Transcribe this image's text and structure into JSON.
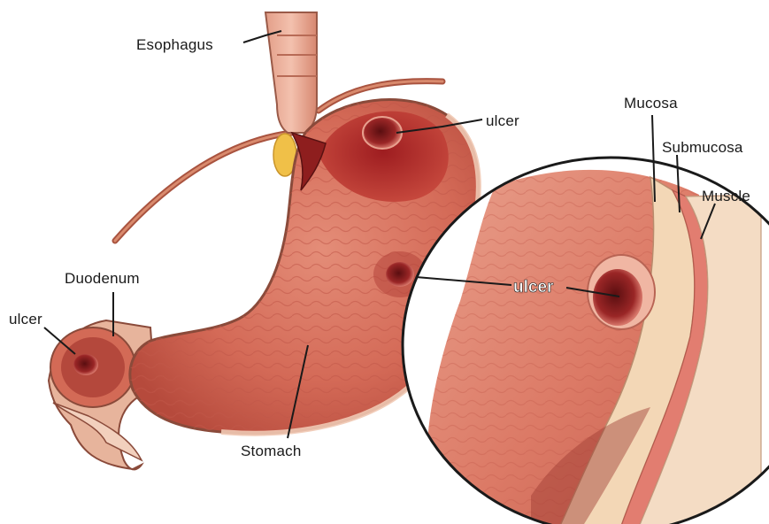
{
  "labels": {
    "esophagus": "Esophagus",
    "ulcer_top": "ulcer",
    "mucosa": "Mucosa",
    "submucosa": "Submucosa",
    "muscle": "Muscle",
    "duodenum": "Duodenum",
    "ulcer_left": "ulcer",
    "ulcer_center": "ulcer",
    "stomach": "Stomach"
  },
  "colors": {
    "tissue": "#d9745f",
    "tissue_dark": "#8e1e1e",
    "lining": "#c2453a",
    "outline": "#8a4a3a",
    "fat": "#f0c048",
    "pale_layer": "#f3d7b6",
    "background": "#ffffff"
  }
}
